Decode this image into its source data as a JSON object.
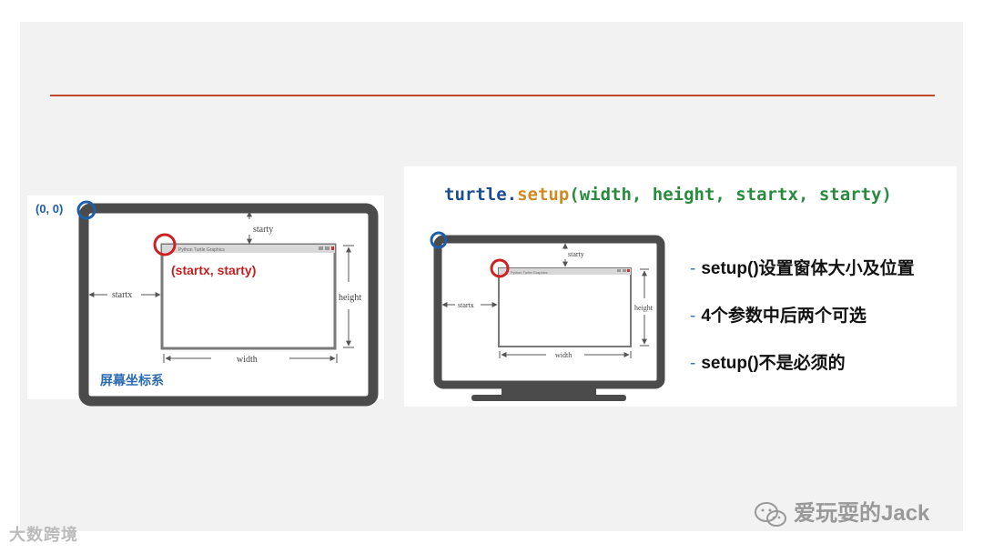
{
  "left_diagram": {
    "origin_label": "(0, 0)",
    "start_label": "(startx, starty)",
    "starty_label": "starty",
    "startx_label": "startx",
    "height_label": "height",
    "width_label": "width",
    "caption": "屏幕坐标系",
    "window_title": "Python Turtle Graphics"
  },
  "right_panel": {
    "code": {
      "module": "turtle.",
      "function": "setup",
      "args": "(width, height, startx, starty)"
    },
    "diagram": {
      "starty_label": "starty",
      "startx_label": "startx",
      "height_label": "height",
      "width_label": "width",
      "window_title": "Python Turtle Graphics"
    },
    "bullets": [
      {
        "dash": "-",
        "text": "setup()设置窗体大小及位置"
      },
      {
        "dash": "-",
        "text": "4个参数中后两个可选"
      },
      {
        "dash": "-",
        "text": "setup()不是必须的"
      }
    ]
  },
  "watermarks": {
    "left": "大数跨境",
    "right": "爱玩耍的Jack"
  },
  "colors": {
    "rule": "#c0452a",
    "origin_circle": "#1f5fa8",
    "start_circle": "#cc2222",
    "monitor_frame": "#4b4b4b",
    "code_keyword": "#1a4d8f",
    "code_function": "#d08a24",
    "code_args": "#2a8b3e"
  }
}
